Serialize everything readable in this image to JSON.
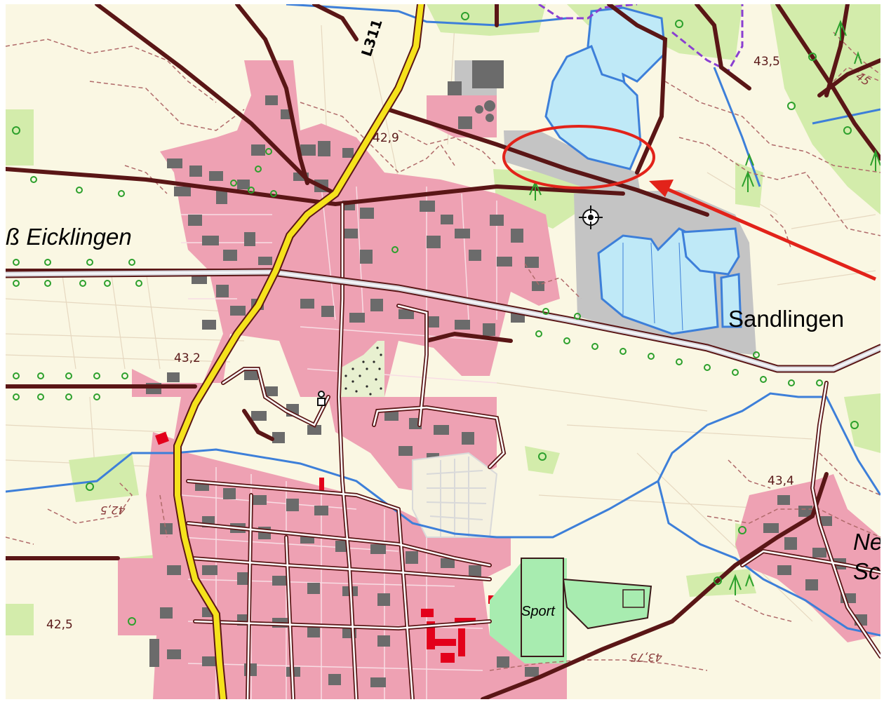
{
  "map": {
    "place_labels": {
      "eicklingen": "ß Eicklingen",
      "sandlingen": "Sandlingen",
      "ne_sc_line1": "Ne",
      "ne_sc_line2": "Sc",
      "sport": "Sport"
    },
    "road_labels": {
      "main_road": "L311"
    },
    "elevation_labels": {
      "e1": "43,5",
      "e2": "42,9",
      "e3": "43,2",
      "e4": "43,4",
      "e5": "42,5"
    },
    "contour_labels": {
      "c1": "42,5",
      "c2": "43,75",
      "c3": "45"
    },
    "annotation": {
      "highlight_color": "#e2231a",
      "shape": "ellipse-with-arrow"
    },
    "colors": {
      "background": "#faf7e3",
      "settlement": "#eea1b3",
      "building": "#6b6b6b",
      "water": "#bfe9f7",
      "water_outline": "#3d7fd9",
      "forest": "#d3ecab",
      "industrial": "#c4c4c4",
      "main_road": "#f5e21c",
      "road_casing": "#5a1616",
      "contour": "#b06a6a",
      "tree_symbol": "#2ca02c",
      "red_building": "#e3001b",
      "sport_green": "#a8ecb0"
    },
    "icons": [
      "crosshair-icon",
      "tree-icon",
      "chapel-icon",
      "arrow-icon"
    ]
  }
}
